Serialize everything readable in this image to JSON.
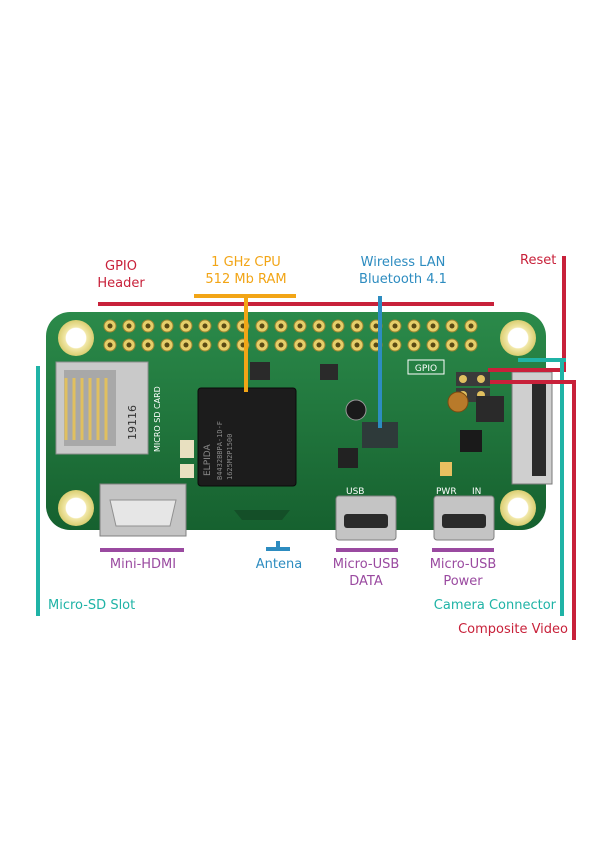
{
  "labels": {
    "gpio_line1": "GPIO",
    "gpio_line2": "Header",
    "cpu_line1": "1 GHz CPU",
    "cpu_line2": "512 Mb RAM",
    "wireless_line1": "Wireless LAN",
    "wireless_line2": "Bluetooth 4.1",
    "reset": "Reset",
    "mini_hdmi": "Mini-HDMI",
    "antena": "Antena",
    "usb_data_line1": "Micro-USB",
    "usb_data_line2": "DATA",
    "usb_power_line1": "Micro-USB",
    "usb_power_line2": "Power",
    "micro_sd": "Micro-SD Slot",
    "camera": "Camera Connector",
    "composite": "Composite Video"
  },
  "board_silkscreen": {
    "gpio": "GPIO",
    "usb": "USB",
    "pwr": "PWR",
    "in": "IN",
    "micro_sd_card": "MICRO SD CARD",
    "chip_brand": "ELPIDA",
    "chip_code1": "B4432BBPA-1D-F",
    "chip_code2": "1625M2P1500",
    "sd_code": "19116"
  },
  "colors": {
    "red": "#c8213a",
    "orange": "#f2a516",
    "blue": "#2d8cc0",
    "purple": "#9a4aa0",
    "teal": "#1fb3a6",
    "board": "#1f7a3e"
  }
}
